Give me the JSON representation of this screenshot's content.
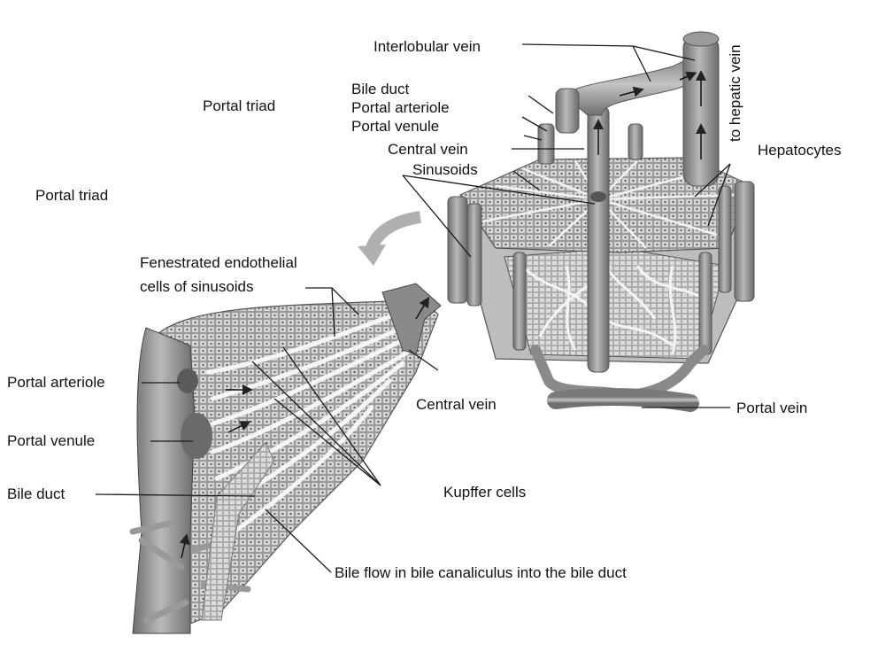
{
  "labels": {
    "interlobular_vein": "Interlobular vein",
    "to_hepatic_vein": "to hepatic vein",
    "portal_triad_top": "Portal triad",
    "portal_triad_left": "Portal triad",
    "bile_duct_top": "Bile duct",
    "portal_arteriole_top": "Portal arteriole",
    "portal_venule_top": "Portal venule",
    "central_vein_top": "Central vein",
    "sinusoids": "Sinusoids",
    "hepatocytes": "Hepatocytes",
    "fenestrated_line1": "Fenestrated endothelial",
    "fenestrated_line2": "cells of sinusoids",
    "portal_arteriole_left": "Portal arteriole",
    "portal_venule_left": "Portal venule",
    "bile_duct_left": "Bile duct",
    "central_vein_mid": "Central vein",
    "portal_vein": "Portal vein",
    "kupffer_cells": "Kupffer cells",
    "bile_flow": "Bile flow in bile canaliculus into the bile duct"
  },
  "colors": {
    "tissue_light": "#d9d9d9",
    "tissue_mid": "#a8a8a8",
    "tissue_dark": "#6e6e6e",
    "vessel": "#8c8c8c",
    "line": "#1a1a1a"
  }
}
